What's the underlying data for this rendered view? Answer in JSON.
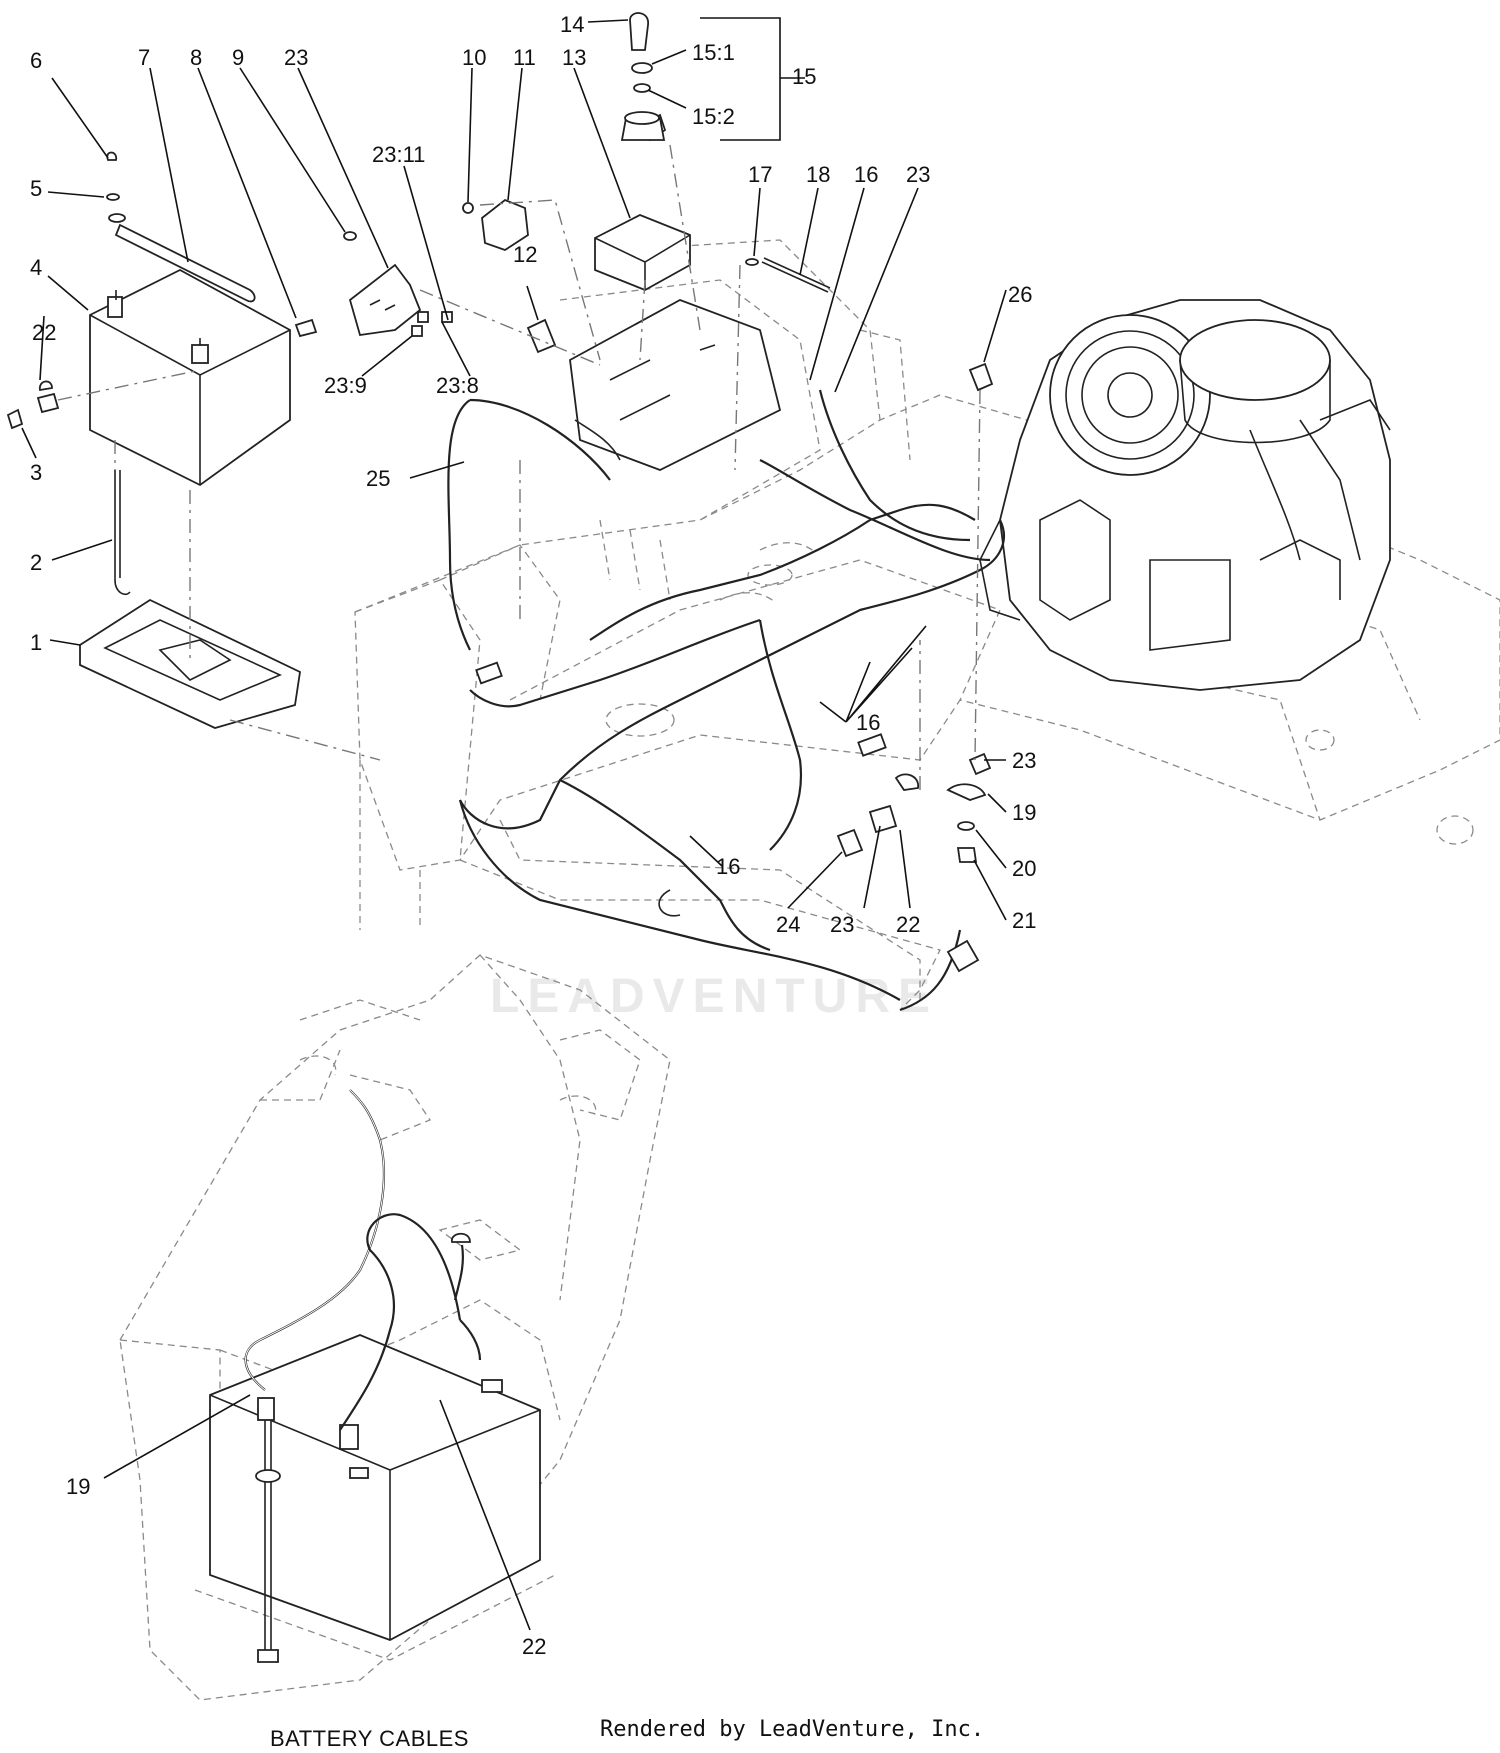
{
  "diagram": {
    "caption": "BATTERY CABLES",
    "credit": "Rendered by LeadVenture, Inc.",
    "watermark": "LEADVENTURE",
    "callouts": [
      {
        "id": "c1",
        "label": "1"
      },
      {
        "id": "c2",
        "label": "2"
      },
      {
        "id": "c3",
        "label": "3"
      },
      {
        "id": "c4",
        "label": "4"
      },
      {
        "id": "c5",
        "label": "5"
      },
      {
        "id": "c6",
        "label": "6"
      },
      {
        "id": "c7",
        "label": "7"
      },
      {
        "id": "c8",
        "label": "8"
      },
      {
        "id": "c9",
        "label": "9"
      },
      {
        "id": "c10",
        "label": "10"
      },
      {
        "id": "c11",
        "label": "11"
      },
      {
        "id": "c12",
        "label": "12"
      },
      {
        "id": "c13",
        "label": "13"
      },
      {
        "id": "c14",
        "label": "14"
      },
      {
        "id": "c15",
        "label": "15"
      },
      {
        "id": "c15_1",
        "label": "15:1"
      },
      {
        "id": "c15_2",
        "label": "15:2"
      },
      {
        "id": "c16a",
        "label": "16"
      },
      {
        "id": "c16b",
        "label": "16"
      },
      {
        "id": "c16c",
        "label": "16"
      },
      {
        "id": "c17",
        "label": "17"
      },
      {
        "id": "c18",
        "label": "18"
      },
      {
        "id": "c19a",
        "label": "19"
      },
      {
        "id": "c19b",
        "label": "19"
      },
      {
        "id": "c20",
        "label": "20"
      },
      {
        "id": "c21",
        "label": "21"
      },
      {
        "id": "c22a",
        "label": "22"
      },
      {
        "id": "c22b",
        "label": "22"
      },
      {
        "id": "c22c",
        "label": "22"
      },
      {
        "id": "c23a",
        "label": "23"
      },
      {
        "id": "c23b",
        "label": "23"
      },
      {
        "id": "c23c",
        "label": "23"
      },
      {
        "id": "c23d",
        "label": "23"
      },
      {
        "id": "c23_8",
        "label": "23:8"
      },
      {
        "id": "c23_9",
        "label": "23:9"
      },
      {
        "id": "c23_11",
        "label": "23:11"
      },
      {
        "id": "c24",
        "label": "24"
      },
      {
        "id": "c25",
        "label": "25"
      },
      {
        "id": "c26",
        "label": "26"
      }
    ]
  }
}
